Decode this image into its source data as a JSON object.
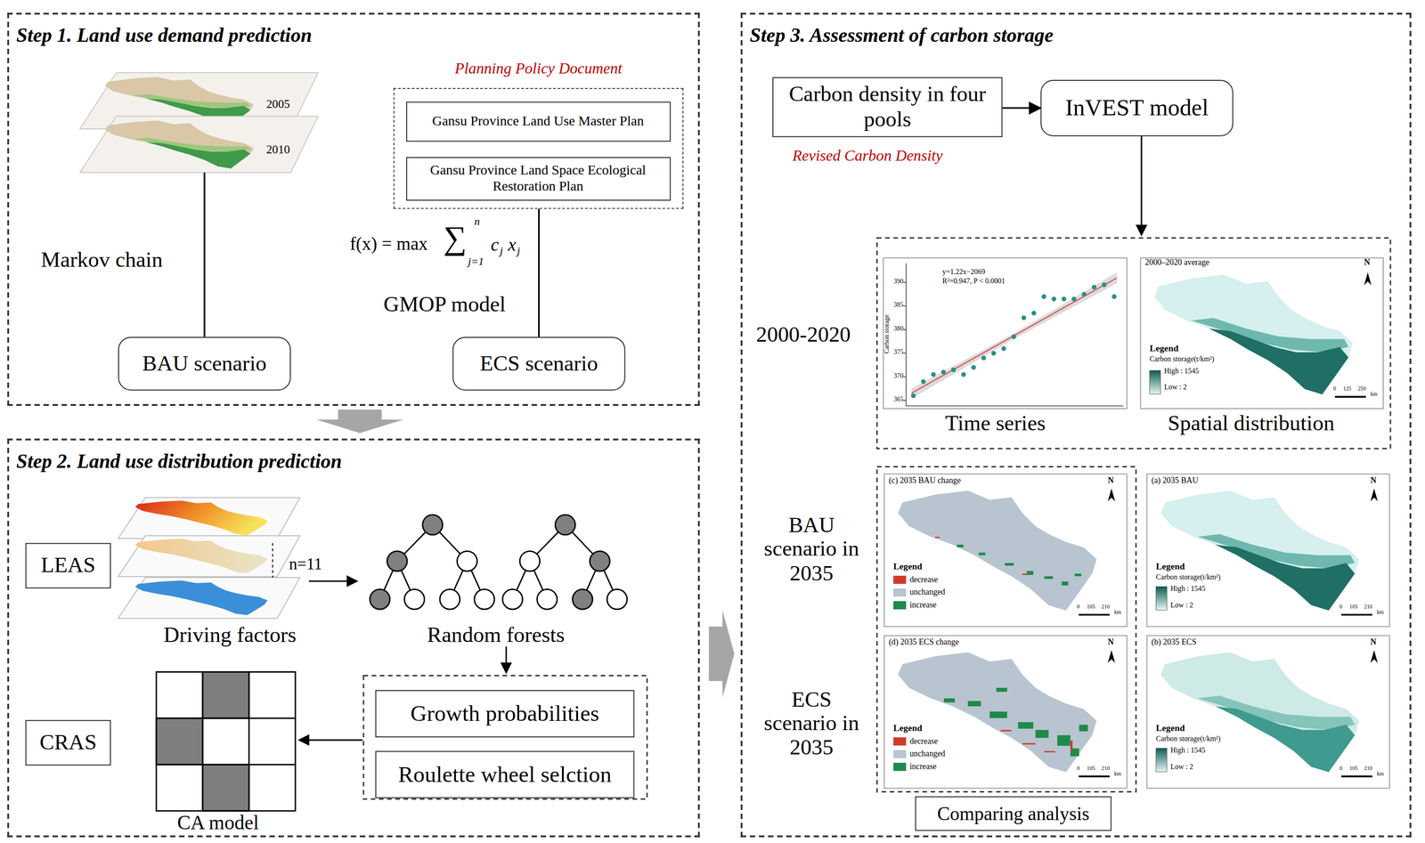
{
  "diagram": {
    "nodes": [
      {
        "text": [
          "Step 1. Land use demand prediction"
        ]
      },
      {
        "text": [
          "Planning Policy Document"
        ],
        "in": 0
      },
      {
        "text": [
          "Gansu Province Land Use Master Plan"
        ],
        "in": 1
      },
      {
        "text": [
          "Gansu Province Land Space Ecological Restoration Plan"
        ],
        "in": 1
      },
      {
        "text": [
          "BAU scenario"
        ],
        "in": 0
      },
      {
        "text": [
          "ECS scenario"
        ],
        "in": 0
      },
      {
        "text": [
          "Step 2. Land use distribution prediction"
        ]
      },
      {
        "text": [
          "LEAS"
        ],
        "in": 6
      },
      {
        "text": [
          "CRAS"
        ],
        "in": 6
      },
      {
        "text": [
          "Growth probabilities"
        ],
        "in": 6
      },
      {
        "text": [
          "Roulette wheel selction"
        ],
        "in": 6
      },
      {
        "text": [
          "Step 3. Assessment of carbon storage"
        ]
      },
      {
        "text": [
          "Carbon density in four pools"
        ],
        "in": 11
      },
      {
        "text": [
          "InVEST model"
        ],
        "in": 11
      },
      {
        "text": [
          "Comparing analysis"
        ],
        "in": 11
      }
    ],
    "edges": [
      {
        "from": 1,
        "to": 5,
        "arrow": "none"
      },
      {
        "from": 12,
        "to": 13,
        "arrow": "to"
      }
    ],
    "labels": [
      "2005",
      "2010",
      "Markov chain",
      "f(x) = max",
      "∑",
      "n",
      "j=1",
      "c",
      "j",
      "x",
      "j",
      "GMOP model",
      "n=11",
      "Driving factors",
      "Random forests",
      "CA model",
      "Revised Carbon Density",
      "2000-2020",
      "Time series",
      "Spatial distribution",
      "BAU scenario in 2035",
      "ECS scenario in 2035",
      "y=1.22x−2069",
      "R²=0.947, P < 0.0001",
      "Carbon storage",
      "365",
      "370",
      "375",
      "380",
      "385",
      "390",
      "2000–2020 average",
      "N",
      "Legend",
      "Carbon storage(t/km²)",
      "High : 1545",
      "Low : 2",
      "0",
      "125",
      "250",
      "km",
      "(c) 2035 BAU change",
      "N",
      "Legend",
      "0",
      "105",
      "210",
      "km",
      "(a) 2035 BAU",
      "N",
      "Legend",
      "Carbon storage(t/km²)",
      "High : 1545",
      "Low : 2",
      "0",
      "105",
      "210",
      "km",
      "(d) 2035 ECS change",
      "N",
      "Legend",
      "0",
      "105",
      "210",
      "km",
      "(b) 2035 ECS",
      "N",
      "Legend",
      "Carbon storage(t/km²)",
      "High : 1545",
      "Low : 2",
      "0",
      "105",
      "210",
      "km"
    ],
    "legend": [
      {
        "text": "decrease",
        "color": "#d03a2a"
      },
      {
        "text": "unchanged",
        "color": "#b8c4d0"
      },
      {
        "text": "increase",
        "color": "#1e8a4a"
      },
      {
        "text": "decrease",
        "color": "#d03a2a"
      },
      {
        "text": "unchanged",
        "color": "#b8c4d0"
      },
      {
        "text": "increase",
        "color": "#1e8a4a"
      }
    ]
  }
}
